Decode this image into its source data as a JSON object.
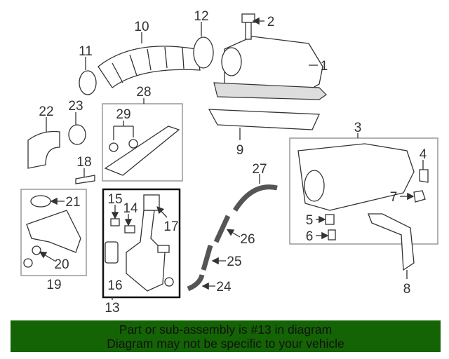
{
  "diagram": {
    "callouts": {
      "c1": "1",
      "c2": "2",
      "c3": "3",
      "c4": "4",
      "c5": "5",
      "c6": "6",
      "c7": "7",
      "c8": "8",
      "c9": "9",
      "c10": "10",
      "c11": "11",
      "c12": "12",
      "c13": "13",
      "c14": "14",
      "c15": "15",
      "c16": "16",
      "c17": "17",
      "c18": "18",
      "c19": "19",
      "c20": "20",
      "c21": "21",
      "c22": "22",
      "c23": "23",
      "c24": "24",
      "c25": "25",
      "c26": "26",
      "c27": "27",
      "c28": "28",
      "c29": "29"
    },
    "highlight_color": "#111111"
  },
  "banner": {
    "line1": "Part or sub-assembly is #13 in diagram",
    "line2": "Diagram may not be specific to your vehicle",
    "color": "#146405"
  }
}
